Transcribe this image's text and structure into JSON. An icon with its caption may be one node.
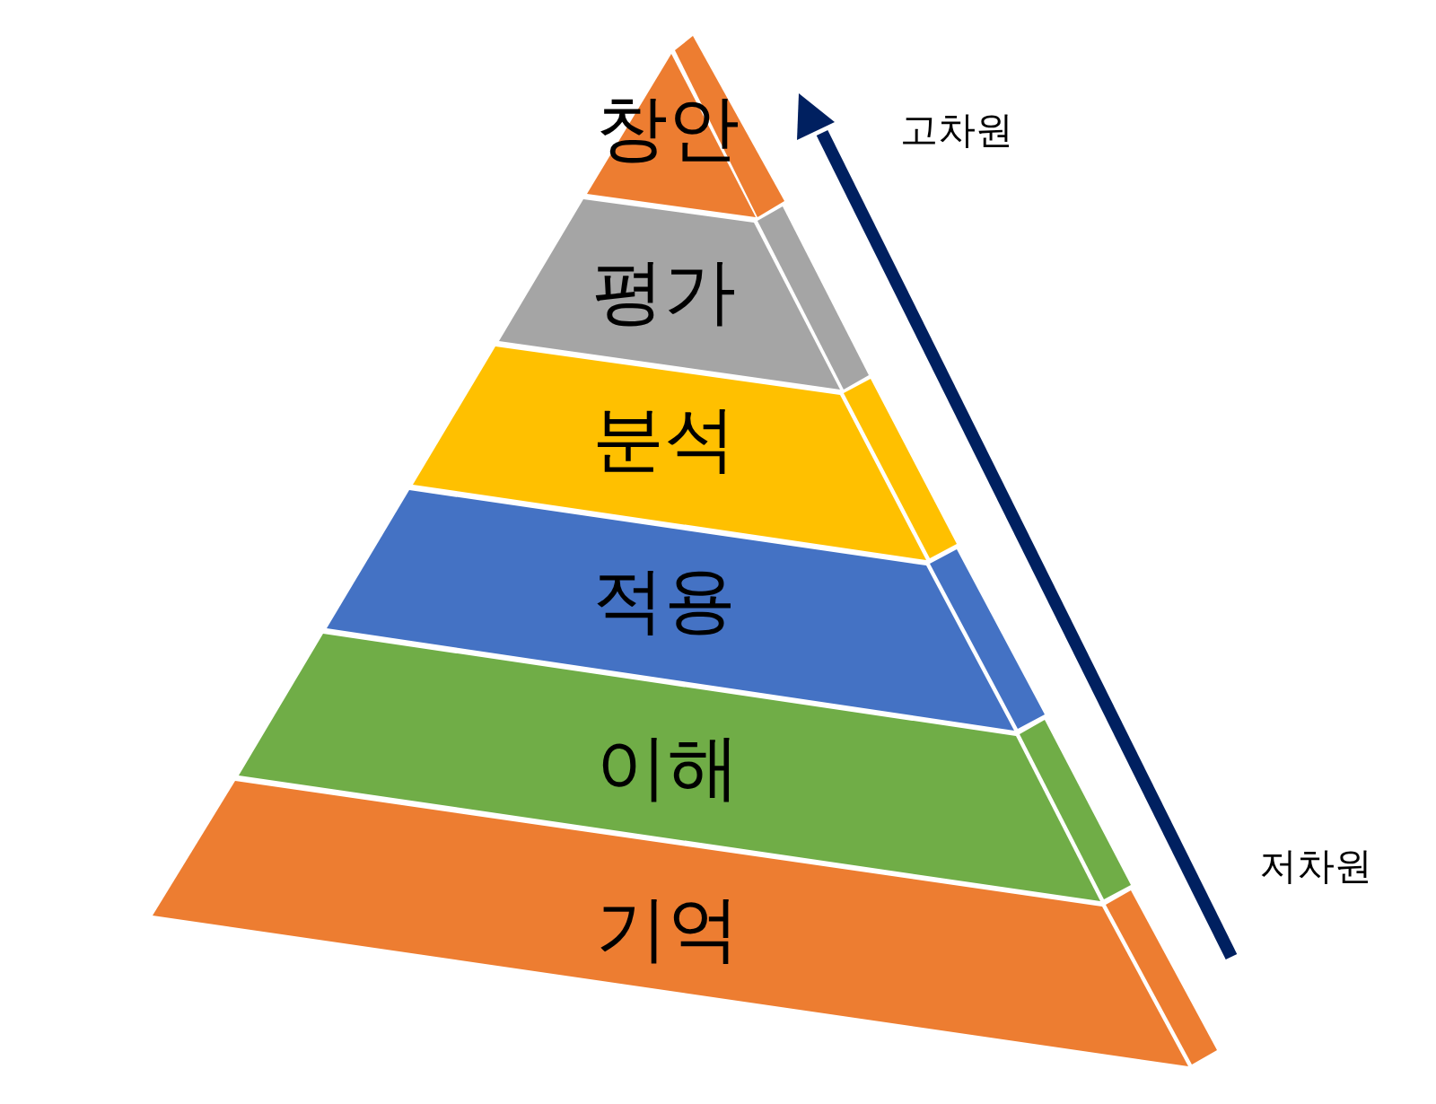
{
  "diagram": {
    "nodes": [
      {
        "text": [
          "창안"
        ]
      },
      {
        "text": [
          "평가"
        ]
      },
      {
        "text": [
          "분석"
        ]
      },
      {
        "text": [
          "적용"
        ]
      },
      {
        "text": [
          "이해"
        ]
      },
      {
        "text": [
          "기억"
        ]
      }
    ],
    "labels": [
      "고차원",
      "저차원"
    ]
  }
}
